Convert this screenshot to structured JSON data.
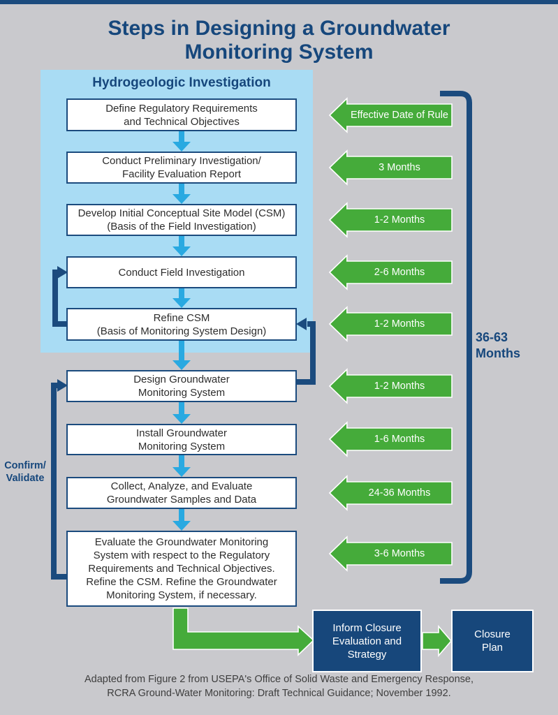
{
  "title": "Steps in Designing a Groundwater\nMonitoring System",
  "panel": {
    "header": "Hydrogeologic Investigation"
  },
  "steps": [
    {
      "label": "Define Regulatory Requirements\nand Technical Objectives",
      "duration": "Effective Date of Rule"
    },
    {
      "label": "Conduct Preliminary Investigation/\nFacility Evaluation Report",
      "duration": "3 Months"
    },
    {
      "label": "Develop Initial Conceptual Site Model (CSM)\n(Basis of the Field Investigation)",
      "duration": "1-2 Months"
    },
    {
      "label": "Conduct Field Investigation",
      "duration": "2-6 Months"
    },
    {
      "label": "Refine CSM\n(Basis of Monitoring System Design)",
      "duration": "1-2 Months"
    },
    {
      "label": "Design Groundwater\nMonitoring System",
      "duration": "1-2 Months"
    },
    {
      "label": "Install Groundwater\nMonitoring System",
      "duration": "1-6 Months"
    },
    {
      "label": "Collect, Analyze, and Evaluate\nGroundwater Samples and Data",
      "duration": "24-36 Months"
    },
    {
      "label": "Evaluate the Groundwater Monitoring\nSystem with respect to the Regulatory\nRequirements and Technical Objectives.\nRefine the CSM. Refine the Groundwater\nMonitoring System, if necessary.",
      "duration": "3-6 Months"
    }
  ],
  "annotations": {
    "total_duration": "36-63\nMonths",
    "confirm_validate": "Confirm/\nValidate"
  },
  "closure": {
    "inform_label": "Inform Closure\nEvaluation and\nStrategy",
    "plan_label": "Closure\nPlan"
  },
  "caption": "Adapted from Figure 2 from USEPA's Office of Solid Waste and Emergency Response,\nRCRA Ground-Water Monitoring: Draft Technical Guidance; November 1992.",
  "colors": {
    "navy": "#1b4b7e",
    "green": "#45ab3a",
    "cyan": "#29a9e1",
    "panel_blue": "#a9dcf4",
    "background": "#c9c9cd"
  }
}
